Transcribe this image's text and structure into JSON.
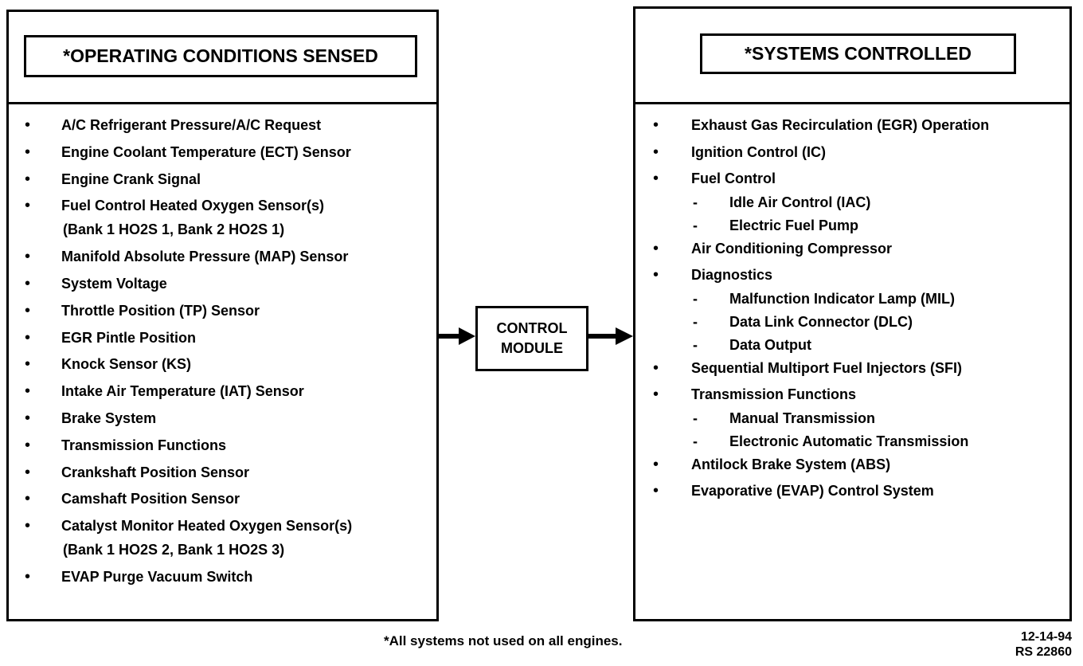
{
  "left_panel": {
    "title": "*OPERATING CONDITIONS SENSED",
    "items": [
      {
        "label": "A/C Refrigerant Pressure/A/C Request"
      },
      {
        "label": "Engine Coolant Temperature (ECT) Sensor"
      },
      {
        "label": "Engine Crank Signal"
      },
      {
        "label": "Fuel Control Heated Oxygen Sensor(s)",
        "label2": "(Bank 1 HO2S 1, Bank 2 HO2S 1)"
      },
      {
        "label": "Manifold Absolute Pressure (MAP) Sensor"
      },
      {
        "label": "System Voltage"
      },
      {
        "label": "Throttle Position (TP) Sensor"
      },
      {
        "label": "EGR Pintle Position"
      },
      {
        "label": "Knock Sensor (KS)"
      },
      {
        "label": "Intake Air Temperature (IAT) Sensor"
      },
      {
        "label": "Brake System"
      },
      {
        "label": "Transmission Functions"
      },
      {
        "label": "Crankshaft Position Sensor"
      },
      {
        "label": "Camshaft Position Sensor"
      },
      {
        "label": "Catalyst Monitor Heated Oxygen Sensor(s)",
        "label2": "(Bank 1 HO2S 2, Bank 1 HO2S 3)"
      },
      {
        "label": "EVAP Purge Vacuum Switch"
      }
    ]
  },
  "center": {
    "module_line1": "CONTROL",
    "module_line2": "MODULE"
  },
  "right_panel": {
    "title": "*SYSTEMS CONTROLLED",
    "items": [
      {
        "label": "Exhaust Gas Recirculation (EGR) Operation",
        "subs": []
      },
      {
        "label": "Ignition Control (IC)",
        "subs": []
      },
      {
        "label": "Fuel Control",
        "subs": [
          "Idle Air Control (IAC)",
          "Electric Fuel Pump"
        ]
      },
      {
        "label": "Air Conditioning Compressor",
        "subs": []
      },
      {
        "label": "Diagnostics",
        "subs": [
          "Malfunction Indicator Lamp (MIL)",
          "Data Link Connector (DLC)",
          "Data Output"
        ]
      },
      {
        "label": "Sequential Multiport Fuel Injectors (SFI)",
        "subs": []
      },
      {
        "label": "Transmission Functions",
        "subs": [
          "Manual Transmission",
          "Electronic Automatic Transmission"
        ]
      },
      {
        "label": "Antilock Brake System (ABS)",
        "subs": []
      },
      {
        "label": "Evaporative (EVAP) Control System",
        "subs": []
      }
    ]
  },
  "footer": {
    "footnote": "*All systems not used on all engines.",
    "date": "12-14-94",
    "ref": "RS 22860"
  }
}
